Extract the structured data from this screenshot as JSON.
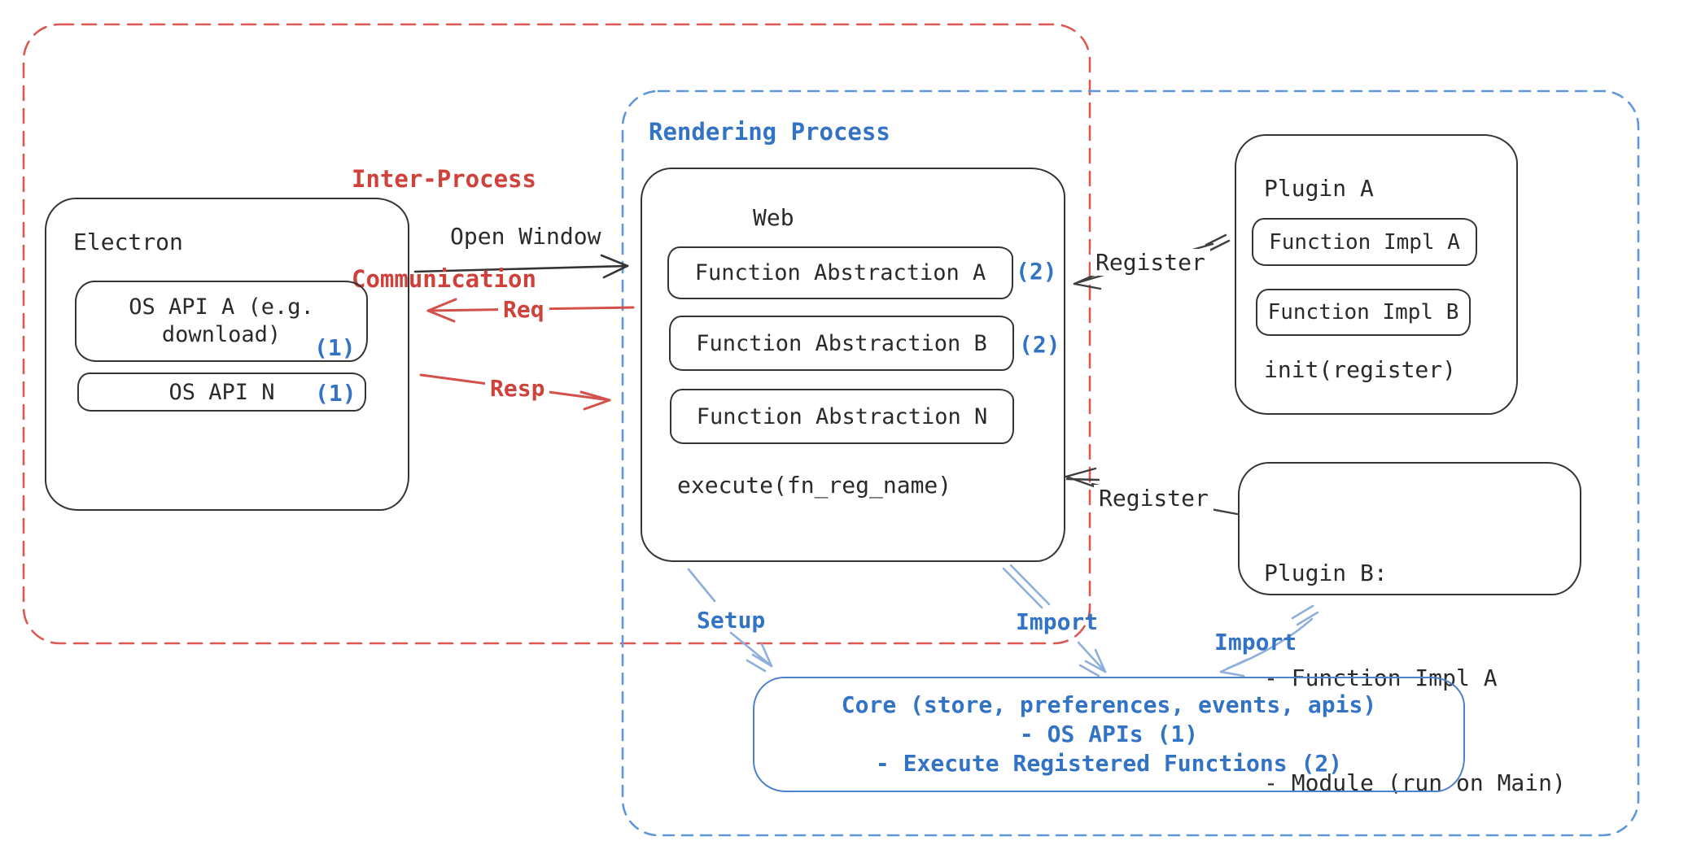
{
  "regions": {
    "ipc": {
      "title_line1": "Inter-Process",
      "title_line2": "Communication"
    },
    "rendering": {
      "title": "Rendering Process"
    }
  },
  "electron": {
    "title": "Electron",
    "api_a": {
      "line1": "OS API A (e.g.",
      "line2": "download)",
      "badge": "(1)"
    },
    "api_n": {
      "label": "OS API N",
      "badge": "(1)"
    }
  },
  "web": {
    "title": "Web",
    "fa_a": "Function Abstraction A",
    "fa_b": "Function Abstraction B",
    "fa_n": "Function Abstraction N",
    "badge_a": "(2)",
    "badge_b": "(2)",
    "execute": "execute(fn_reg_name)"
  },
  "plugin_a": {
    "title": "Plugin A",
    "impl_a": "Function Impl A",
    "impl_b": "Function Impl B",
    "init": "init(register)"
  },
  "plugin_b": {
    "title": "Plugin B:",
    "item1": "- Function Impl A",
    "item2": "- Module (run on Main)"
  },
  "core": {
    "line1": "Core (store, preferences, events, apis)",
    "line2": "- OS APIs (1)",
    "line3": "- Execute Registered Functions (2)"
  },
  "flow_labels": {
    "open_window": "Open Window",
    "req": "Req",
    "resp": "Resp",
    "register_top": "Register",
    "register_bottom": "Register",
    "setup": "Setup",
    "import_web": "Import",
    "import_plugin": "Import"
  },
  "colors": {
    "ink": "#2a2a2a",
    "red": "#cf413b",
    "red_dashed_border": "#dd5853",
    "blue": "#3273c5",
    "blue_dashed_border": "#5f97d8",
    "blue_light_arrow": "#8fafdb"
  }
}
